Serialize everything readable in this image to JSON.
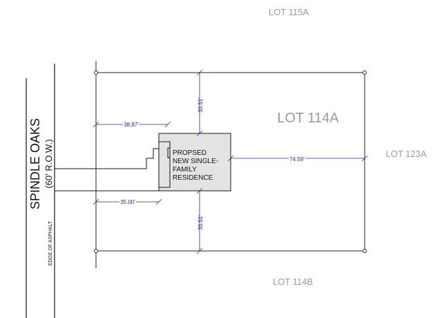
{
  "labels": {
    "lot_north": "LOT 115A",
    "lot_main": "LOT 114A",
    "lot_east": "LOT 123A",
    "lot_south": "LOT 114B",
    "street_name": "SPINDLE OAKS",
    "street_row": "(60' R.O.W.)",
    "asphalt_edge": "EDGE OF ASPHALT"
  },
  "residence": {
    "lines": [
      "PROPSED",
      "NEW SINGLE-",
      "FAMILY",
      "RESIDENCE"
    ]
  },
  "dimensions": {
    "top_setback": "33.51'",
    "bottom_setback": "33.51'",
    "right_setback": "74.59'",
    "left_upper": "38.87'",
    "left_lower": "35.00'"
  },
  "colors": {
    "dimension": "#1f2a80",
    "lot_label": "#9a9a9a",
    "house_fill": "#e6e6e6"
  }
}
